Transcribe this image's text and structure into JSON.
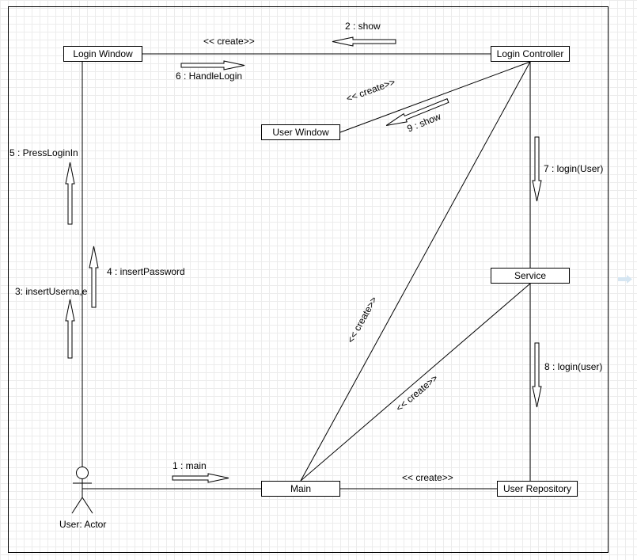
{
  "nodes": {
    "login_window": "Login Window",
    "login_controller": "Login Controller",
    "user_window": "User Window",
    "service": "Service",
    "main": "Main",
    "user_repository": "User Repository"
  },
  "actor": {
    "label": "User: Actor"
  },
  "messages": {
    "m1": "1 : main",
    "m2": "2 : show",
    "m3": "3: insertUserna,e",
    "m4": "4 : insertPassword",
    "m5": "5 : PressLoginIn",
    "m6": "6 : HandleLogin",
    "m7": "7 : login(User)",
    "m8": "8 : login(user)",
    "m9": "9 : show"
  },
  "stereotypes": {
    "create": "<< create>>"
  },
  "colors": {
    "stroke": "#000000",
    "grid": "#ececec",
    "ghost_arrow": "#d6e6f2"
  }
}
